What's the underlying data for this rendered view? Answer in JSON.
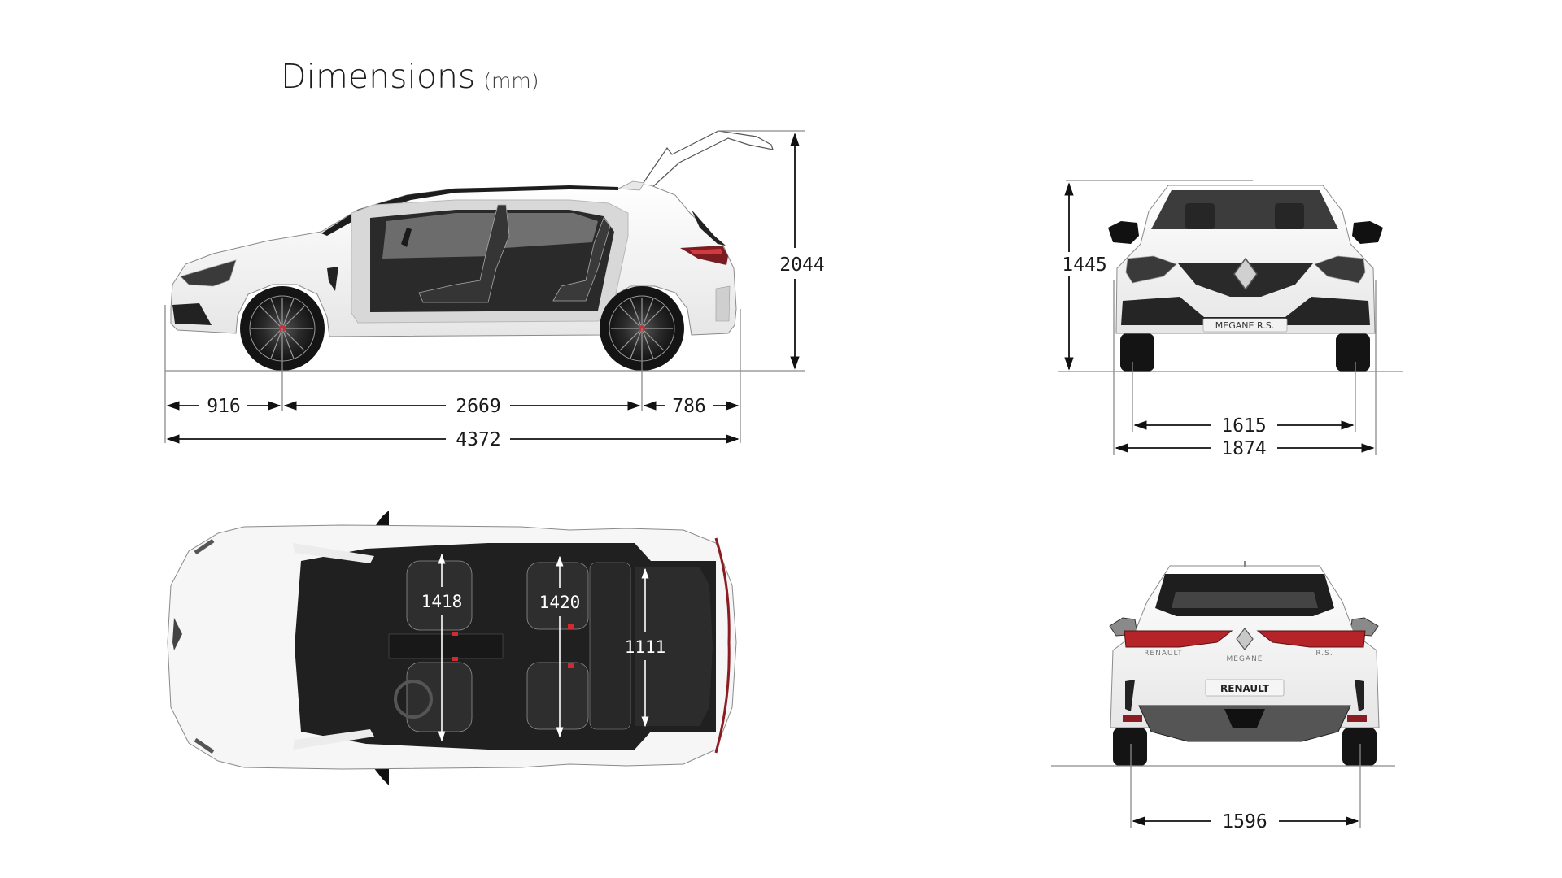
{
  "title": {
    "main": "Dimensions",
    "unit": "(mm)"
  },
  "colors": {
    "body": "#f4f4f4",
    "outline": "#6e6e6e",
    "dark": "#1f1f1f",
    "glass": "#5e5e5e",
    "tail": "#c0282b",
    "dim_line": "#111111",
    "ref_line": "#8a8a8a"
  },
  "side_view": {
    "front_overhang": "916",
    "wheelbase": "2669",
    "rear_overhang": "786",
    "overall_length": "4372",
    "height_tailgate_open": "2044"
  },
  "front_view": {
    "height": "1445",
    "front_track": "1615",
    "overall_width": "1874",
    "plate_text": "MEGANE R.S."
  },
  "top_view": {
    "front_elbow_width": "1418",
    "rear_elbow_width": "1420",
    "boot_width": "1111"
  },
  "rear_view": {
    "rear_track": "1596",
    "plate_text": "RENAULT",
    "badge_left": "RENAULT",
    "badge_center": "MEGANE",
    "badge_right": "R.S."
  }
}
